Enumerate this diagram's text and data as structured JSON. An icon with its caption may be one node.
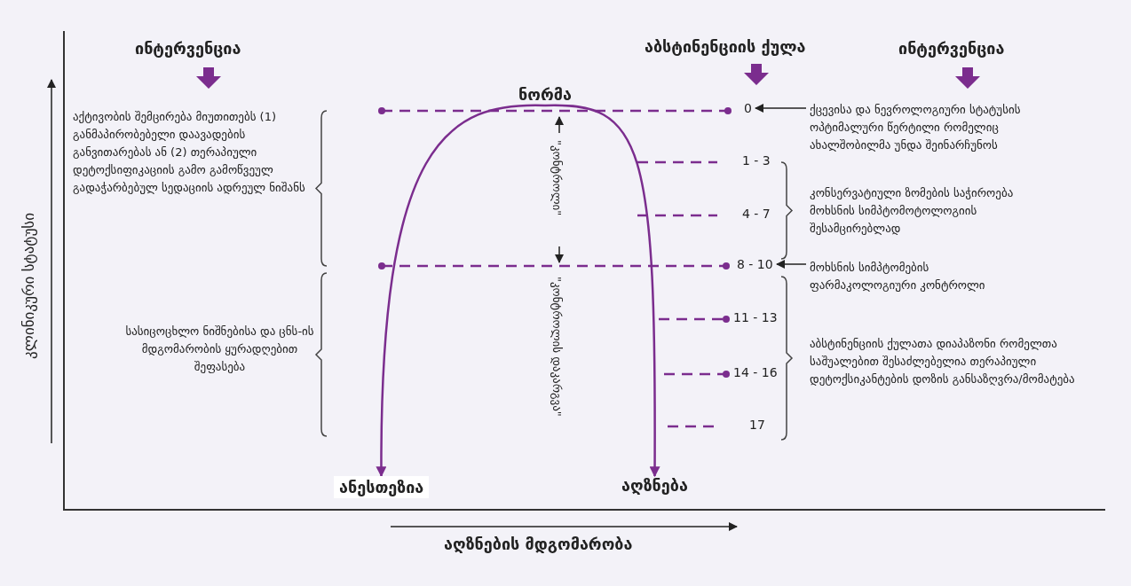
{
  "diagram": {
    "nodes": [
      {
        "text": [
          "ნორმა"
        ]
      },
      {
        "text": [
          "0"
        ]
      },
      {
        "text": [
          "ქცევისა და ნევროლოგიური სტატუსის ოპტიმალური წერტილი რომელიც ახალშობილმა უნდა შეინარჩუნოს"
        ]
      },
      {
        "text": [
          "8 - 10"
        ]
      },
      {
        "text": [
          "მოხსნის სიმპტომების ფარმაკოლოგიური კონტროლი"
        ]
      },
      {
        "text": [
          "ანესთეზია"
        ]
      },
      {
        "text": [
          "აღზნება"
        ]
      }
    ],
    "edges": [
      {
        "from": 0,
        "to": 5,
        "arrow": "to",
        "color": "#7b2d8e"
      },
      {
        "from": 0,
        "to": 6,
        "arrow": "to",
        "color": "#7b2d8e"
      },
      {
        "from": 2,
        "to": 1,
        "arrow": "to",
        "color": "#222222"
      },
      {
        "from": 4,
        "to": 3,
        "arrow": "to",
        "color": "#222222"
      }
    ],
    "labels": [
      "ინტერვენცია",
      "აბსტინენციის ქულა",
      "ინტერვენცია",
      "აქტივობის შემცირება მიუთითებს (1) განმაპირობებელი დაავადების განვითარებას ან (2) თერაპიული დეტოქსიფიკაციის გამო გამოწვეულ გადაჭარბებულ სედაციის ადრეულ ნიშანს",
      "1 - 3",
      "კონსერვატიული ზომების საჭიროება მოხსნის სიმპტომოტოლოგიის შესამცირებლად",
      "4 - 7",
      "\"კონტროლი\"",
      "\"კონტროლის დაკარგვა\"",
      "11 - 13",
      "სასიცოცხლო ნიშნებისა და ცნს-ის მდგომარობის ყურადღებით შეფასება",
      "აბსტინენციის ქულათა დიაპაზონი რომელთა საშუალებით შესაძლებელია თერაპიული დეტოქსიკანტების დოზის განსაზღვრა/მომატება",
      "14 - 16",
      "17",
      "კლინიკური სტატუსი",
      "აღზნების მდგომარობა"
    ]
  }
}
